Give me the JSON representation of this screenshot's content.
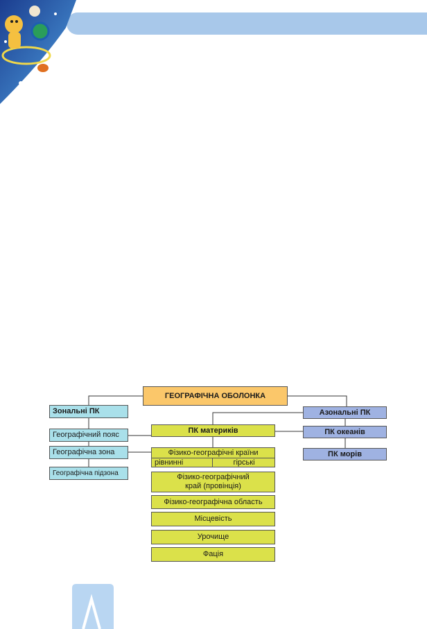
{
  "diagram": {
    "root": "ГЕОГРАФІЧНА ОБОЛОНКА",
    "zonal": {
      "header": "Зональні ПК",
      "items": [
        "Географічний пояс",
        "Географічна зона",
        "Географічна підзона"
      ]
    },
    "central": {
      "header": "ПК материків",
      "split_title": "Фізико-географічні країни",
      "split_left": "рівнинні",
      "split_right": "гірські",
      "items": [
        "Фізико-географічний край (провінція)",
        "Фізико-географічна область",
        "Місцевість",
        "Урочище",
        "Фація"
      ]
    },
    "azonal": {
      "header": "Азональні ПК",
      "items": [
        "ПК океанів",
        "ПК морів"
      ]
    }
  },
  "colors": {
    "header_bar": "#a8c8ea",
    "root": "#fbc76a",
    "zonal": "#a9e0ea",
    "central": "#dbe14a",
    "azonal": "#9fb2e2"
  }
}
